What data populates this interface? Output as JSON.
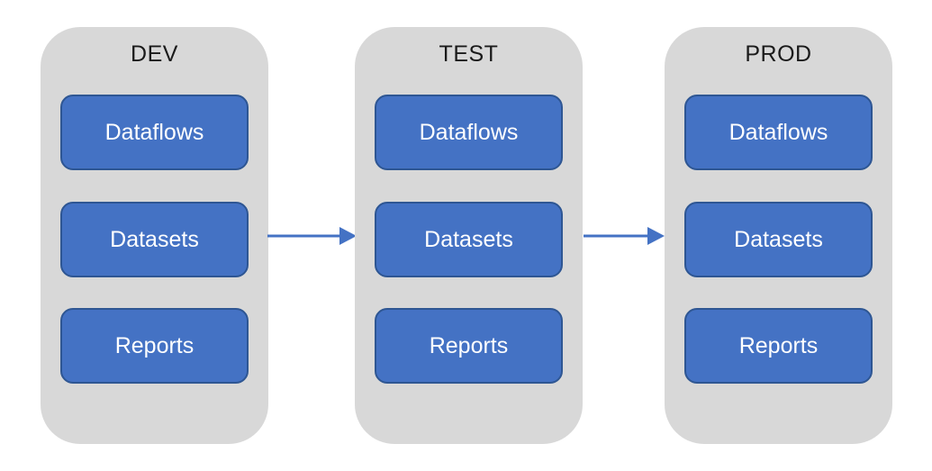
{
  "diagram": {
    "description": "Deployment pipeline diagram with three environment stages connected by arrows",
    "stages": [
      {
        "id": "dev",
        "title": "DEV",
        "items": [
          "Dataflows",
          "Datasets",
          "Reports"
        ]
      },
      {
        "id": "test",
        "title": "TEST",
        "items": [
          "Dataflows",
          "Datasets",
          "Reports"
        ]
      },
      {
        "id": "prod",
        "title": "PROD",
        "items": [
          "Dataflows",
          "Datasets",
          "Reports"
        ]
      }
    ],
    "arrows": [
      {
        "from": "DEV",
        "to": "TEST"
      },
      {
        "from": "TEST",
        "to": "PROD"
      }
    ],
    "colors": {
      "canvas_bg": "#ffffff",
      "stage_bg": "#d8d8d8",
      "item_bg": "#4472c4",
      "item_border": "#2e5693",
      "item_text": "#ffffff",
      "title_text": "#1a1a1a",
      "arrow_color": "#4472c4"
    }
  }
}
